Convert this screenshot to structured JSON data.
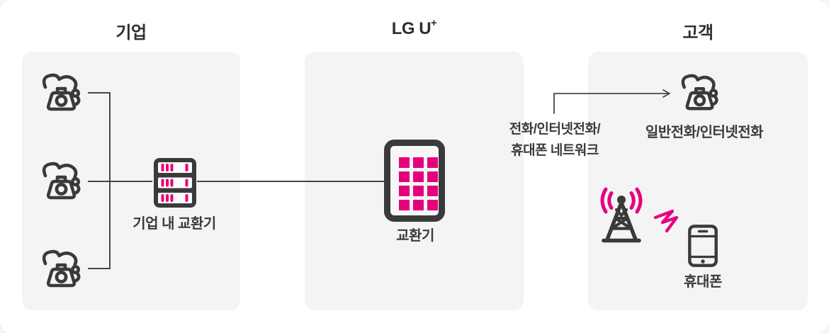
{
  "colors": {
    "accent_pink": "#e6007e",
    "icon_dark": "#3a3a3a",
    "panel_bg": "#f4f4f5",
    "card_bg": "#ffffff",
    "line": "#474747",
    "text": "#3b3b3b"
  },
  "sections": {
    "enterprise": {
      "title": "기업",
      "pbx_label": "기업 내 교환기"
    },
    "lguplus": {
      "title": "LG U",
      "title_sup": "+",
      "switch_label": "교환기"
    },
    "customer": {
      "title": "고객",
      "landline_label": "일반전화/인터넷전화",
      "mobile_label": "휴대폰"
    }
  },
  "network_label": {
    "line1": "전화/인터넷전화/",
    "line2": "휴대폰 네트워크"
  },
  "icons": {
    "desk_phone": "retro-telephone",
    "pbx": "server-rack",
    "switch": "switch-grid",
    "tower": "cell-tower-with-signal",
    "signal": "pink-zigzag-wave",
    "smartphone": "smartphone"
  }
}
